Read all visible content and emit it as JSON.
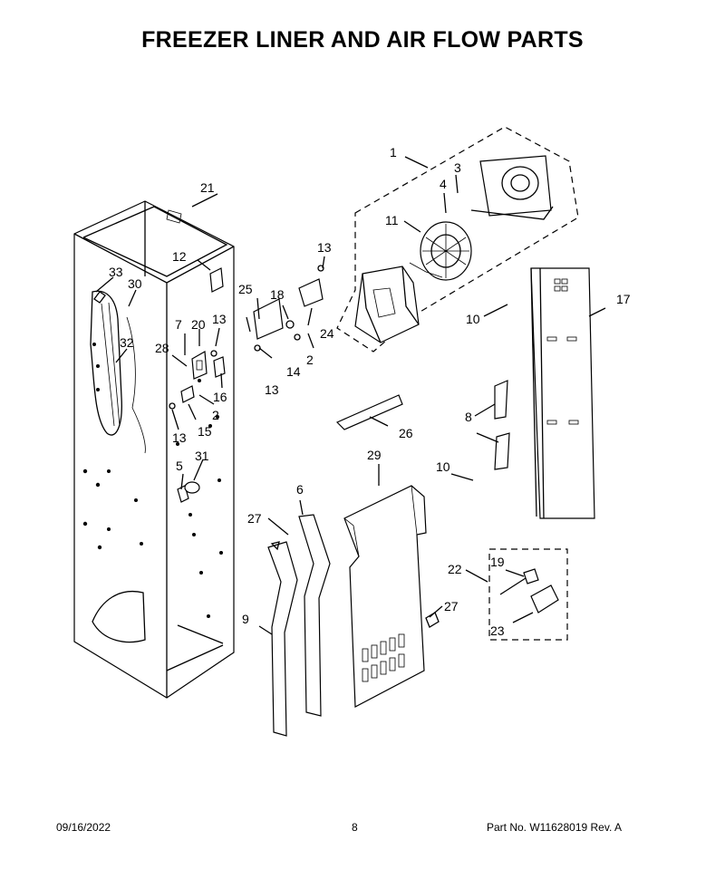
{
  "title": "FREEZER LINER AND AIR FLOW PARTS",
  "callouts": [
    "1",
    "2",
    "2",
    "3",
    "4",
    "5",
    "6",
    "7",
    "8",
    "9",
    "10",
    "10",
    "11",
    "12",
    "13",
    "13",
    "13",
    "13",
    "14",
    "15",
    "16",
    "17",
    "18",
    "19",
    "20",
    "21",
    "22",
    "23",
    "24",
    "25",
    "26",
    "27",
    "27",
    "28",
    "29",
    "30",
    "31",
    "32",
    "33"
  ],
  "footer": {
    "date": "09/16/2022",
    "page": "8",
    "part_no": "Part No.  W11628019  Rev.  A"
  }
}
